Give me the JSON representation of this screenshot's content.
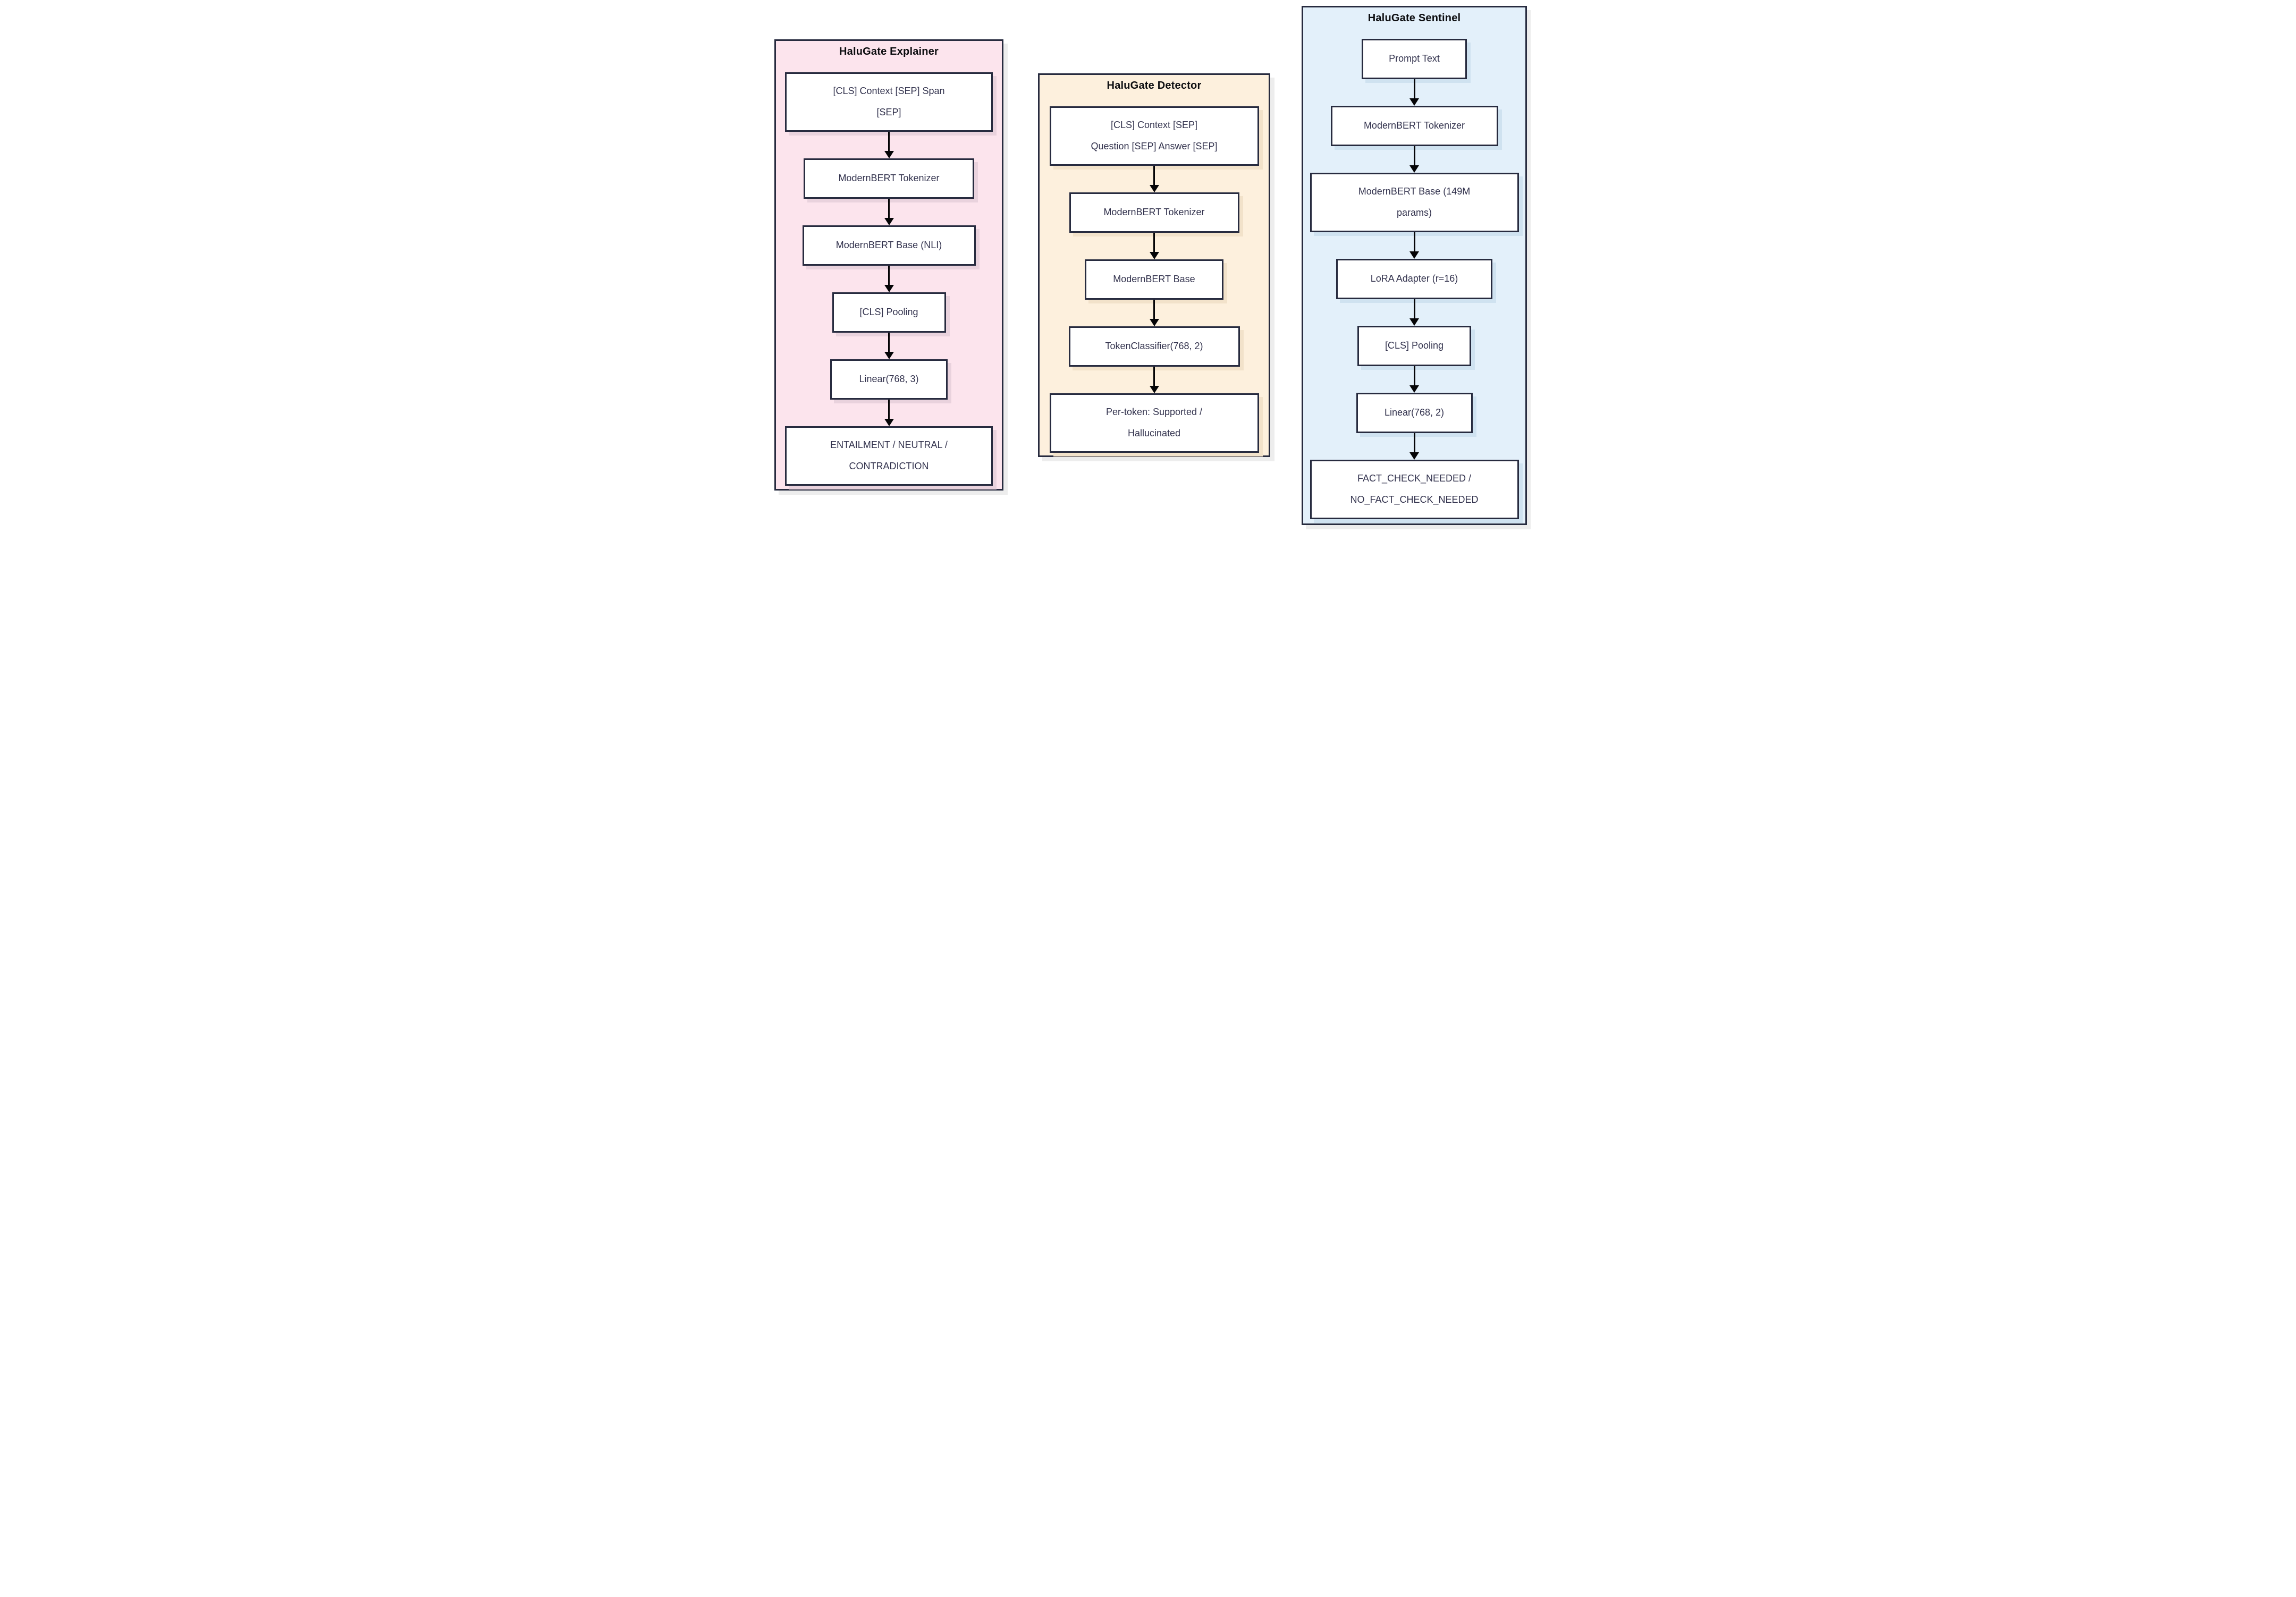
{
  "diagram": {
    "colors": {
      "ink": "#272b3f",
      "node_text": "#33334e",
      "title_text": "#0c0d10",
      "arrow": "#050507",
      "panel_shadow": "#ededed",
      "node_bg": "#ffffff",
      "page_bg": "#ffffff"
    },
    "panels": [
      {
        "name": "HaluGate Explainer",
        "bg": "#fce4ed",
        "node_shadow": "#e9d2dd",
        "nodes": [
          {
            "label": "[CLS] Context [SEP] Span\n[SEP]"
          },
          {
            "label": "ModernBERT Tokenizer"
          },
          {
            "label": "ModernBERT Base (NLI)"
          },
          {
            "label": "[CLS] Pooling"
          },
          {
            "label": "Linear(768, 3)"
          },
          {
            "label": "ENTAILMENT / NEUTRAL /\nCONTRADICTION"
          }
        ]
      },
      {
        "name": "HaluGate Detector",
        "bg": "#fdf0dd",
        "node_shadow": "#f2e2ca",
        "nodes": [
          {
            "label": "[CLS] Context [SEP]\nQuestion [SEP] Answer [SEP]"
          },
          {
            "label": "ModernBERT Tokenizer"
          },
          {
            "label": "ModernBERT Base"
          },
          {
            "label": "TokenClassifier(768, 2)"
          },
          {
            "label": "Per-token: Supported /\nHallucinated"
          }
        ]
      },
      {
        "name": "HaluGate Sentinel",
        "bg": "#e3f0fa",
        "node_shadow": "#cfe2f0",
        "nodes": [
          {
            "label": "Prompt Text"
          },
          {
            "label": "ModernBERT Tokenizer"
          },
          {
            "label": "ModernBERT Base (149M\nparams)"
          },
          {
            "label": "LoRA Adapter (r=16)"
          },
          {
            "label": "[CLS] Pooling"
          },
          {
            "label": "Linear(768, 2)"
          },
          {
            "label": "FACT_CHECK_NEEDED /\nNO_FACT_CHECK_NEEDED"
          }
        ]
      }
    ]
  }
}
